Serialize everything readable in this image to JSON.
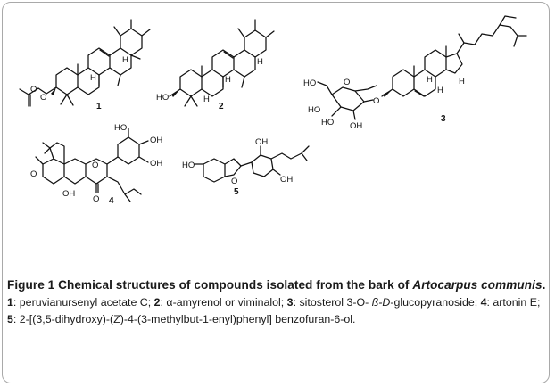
{
  "figure": {
    "compound_numbers": [
      "1",
      "2",
      "3",
      "4",
      "5"
    ],
    "atom_labels": {
      "oxygen": "O",
      "hydroxyl_left": "HO",
      "hydroxyl_right": "OH",
      "hydrogen": "H"
    },
    "caption": {
      "title_prefix": "Figure 1 Chemical structures of compounds isolated from the bark of ",
      "title_species": "Artocarpus communis",
      "title_suffix": ".",
      "items": [
        {
          "num": "1",
          "text": ": peruvianursenyl acetate C; "
        },
        {
          "num": "2",
          "text": ": α-amyrenol or viminalol; "
        },
        {
          "num": "3",
          "text": ": sitosterol 3-O- ",
          "italic": "ß-D",
          "after": "-glucopyranoside; "
        },
        {
          "num": "4",
          "text": ": artonin E; "
        },
        {
          "num": "5",
          "text": ": 2-[(3,5-dihydroxy)-(Z)-4-(3-methylbut-1-enyl)phenyl] benzofuran-6-ol."
        }
      ]
    }
  }
}
